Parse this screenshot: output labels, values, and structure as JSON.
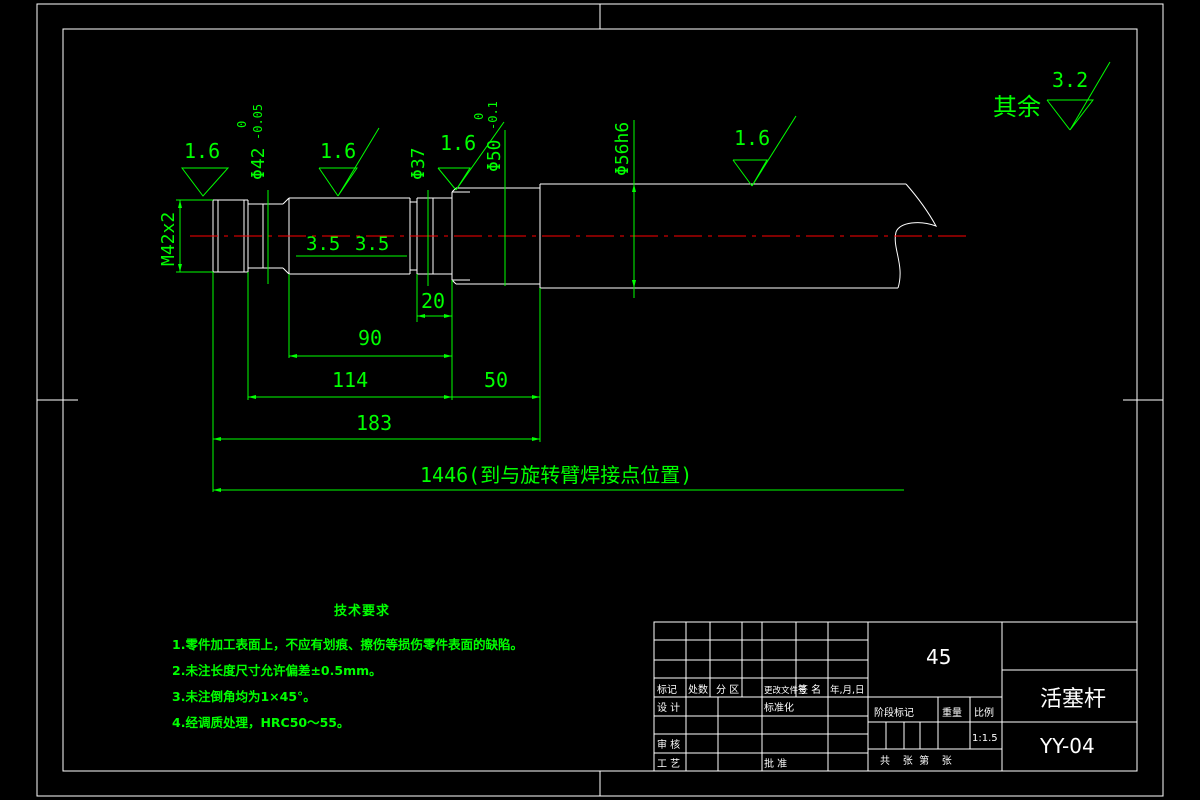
{
  "roughness": {
    "general": "其余",
    "general_value": "3.2",
    "marks": [
      "1.6",
      "1.6",
      "1.6",
      "1.6"
    ]
  },
  "diameters": {
    "d42_main": "Φ42",
    "d42_tol_upper": "0",
    "d42_tol_lower": "-0.05",
    "d37": "Φ37",
    "d50_main": "Φ50",
    "d50_tol_upper": "0",
    "d50_tol_lower": "-0.1",
    "d56": "Φ56h6",
    "thread": "M42x2"
  },
  "lengths": {
    "groove_a": "3.5",
    "groove_b": "3.5",
    "l20": "20",
    "l90": "90",
    "l114": "114",
    "l50": "50",
    "l183": "183",
    "l1446": "1446(到与旋转臂焊接点位置)"
  },
  "tech_notes": {
    "title": "技术要求",
    "items": [
      "1.零件加工表面上，不应有划痕、擦伤等损伤零件表面的缺陷。",
      "2.未注长度尺寸允许偏差±0.5mm。",
      "3.未注倒角均为1×45°。",
      "4.经调质处理，HRC50～55。"
    ]
  },
  "title_block": {
    "material": "45",
    "part_name": "活塞杆",
    "drawing_no": "YY-04",
    "scale": "1:1.5",
    "hdr_mark": "标记",
    "hdr_count": "处数",
    "hdr_zone": "分 区",
    "hdr_docno": "更改文件号",
    "hdr_sign": "签 名",
    "hdr_date": "年,月,日",
    "design": "设 计",
    "standard": "标准化",
    "stage_mark": "阶段标记",
    "weight": "重量",
    "scale_label": "比例",
    "check": "审 核",
    "process": "工 艺",
    "approve": "批 准",
    "sheets": "共    张  第    张"
  },
  "colors": {
    "frame": "#ffffff",
    "dimension": "#00ff00",
    "centerline": "#ff0000",
    "text": "#ffffff"
  }
}
